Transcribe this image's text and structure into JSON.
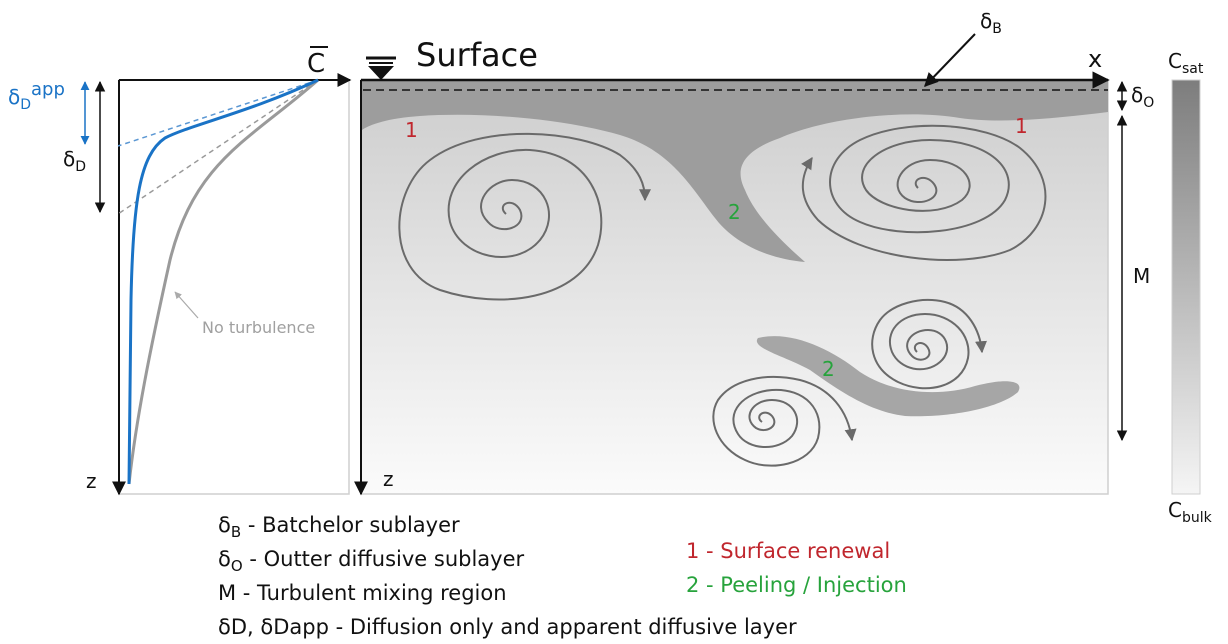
{
  "labels": {
    "surface": "Surface",
    "cbar": "C",
    "x_axis": "x",
    "z_left": "z",
    "z_right": "z",
    "delta_b": {
      "base": "δ",
      "sub": "B"
    },
    "delta_o": {
      "base": "δ",
      "sub": "O"
    },
    "delta_d": {
      "base": "δ",
      "sub": "D"
    },
    "delta_d_app": {
      "base": "δ",
      "sub": "D",
      "sup": "app"
    },
    "m": "M",
    "no_turbulence": "No turbulence",
    "c_sat": {
      "base": "C",
      "sub": "sat"
    },
    "c_bulk": {
      "base": "C",
      "sub": "bulk"
    },
    "renewal_1a": "1",
    "renewal_1b": "1",
    "peeling_2a": "2",
    "peeling_2b": "2"
  },
  "legend": {
    "batchelor": {
      "base": "δ",
      "sub": "B",
      "text": " - Batchelor sublayer"
    },
    "outter": {
      "base": "δ",
      "sub": "O",
      "text": " - Outter diffusive sublayer"
    },
    "mixing": "M - Turbulent mixing region",
    "diffusion": "δD, δDapp - Diffusion only and apparent  diffusive layer",
    "renewal": "1 - Surface renewal",
    "peeling": "2 - Peeling / Injection"
  },
  "colors": {
    "blue": "#1a73c6",
    "red": "#c0262d",
    "green": "#27a33c",
    "gray_curve": "#999999",
    "dark_patch": "#9d9d9d",
    "line": "#222222"
  }
}
